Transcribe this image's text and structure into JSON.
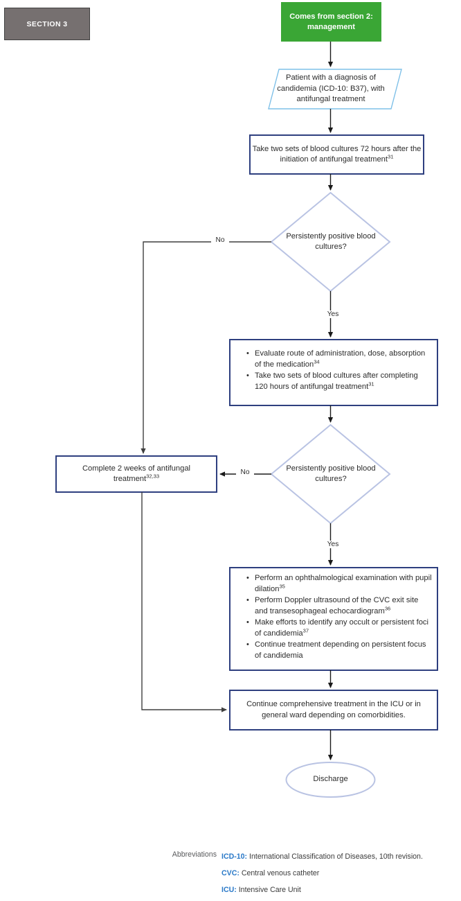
{
  "section_chip": {
    "label": "SECTION 3"
  },
  "colors": {
    "start_fill": "#3aa635",
    "chip_fill": "#767070",
    "box_border": "#2e3f7f",
    "soft_border": "#b9c3e3",
    "parallelogram_border": "#7fc0e8",
    "edge": "#3f3f3f",
    "abbrev_key": "#2a79c8"
  },
  "nodes": {
    "start": {
      "type": "process-green",
      "text": "Comes from section 2: management"
    },
    "patient": {
      "type": "parallelogram",
      "text": "Patient with a diagnosis of candidemia (ICD-10: B37), with antifungal treatment"
    },
    "cultures_72h": {
      "type": "process",
      "text_pre": "Take two sets of blood cultures 72 hours after the initiation of antifungal treatment",
      "superscript": "31"
    },
    "decision_1": {
      "type": "decision",
      "text": "Persistently positive blood cultures?"
    },
    "evaluate_box": {
      "type": "process-bullets",
      "bullets": [
        {
          "text": "Evaluate route of administration, dose, absorption of the medication",
          "superscript": "34"
        },
        {
          "text": "Take two sets of blood cultures after completing 120 hours of antifungal treatment",
          "superscript": "31"
        }
      ]
    },
    "decision_2": {
      "type": "decision",
      "text": "Persistently positive blood cultures?"
    },
    "complete_2_weeks": {
      "type": "process",
      "text_pre": "Complete 2 weeks of antifungal treatment",
      "superscript": "32,33"
    },
    "workup_box": {
      "type": "process-bullets",
      "bullets": [
        {
          "text": "Perform an ophthalmological examination with pupil dilation",
          "superscript": "35"
        },
        {
          "text": "Perform Doppler ultrasound of the CVC exit site and transesophageal echocardiogram",
          "superscript": "36"
        },
        {
          "text": "Make efforts to identify any occult or persistent foci of candidemia",
          "superscript": "37"
        },
        {
          "text": "Continue treatment depending on persistent focus of candidemia",
          "superscript": ""
        }
      ]
    },
    "continue_treatment": {
      "type": "process",
      "text_pre": "Continue comprehensive treatment in the ICU or in general ward depending on comorbidities.",
      "superscript": ""
    },
    "discharge": {
      "type": "terminator",
      "text": "Discharge"
    }
  },
  "edge_labels": {
    "d1_no": "No",
    "d1_yes": "Yes",
    "d2_no": "No",
    "d2_yes": "Yes"
  },
  "abbreviations": {
    "label": "Abbreviations",
    "items": [
      {
        "key": "ICD-10:",
        "value": "International Classification of Diseases, 10th revision."
      },
      {
        "key": "CVC:",
        "value": "Central venous catheter"
      },
      {
        "key": "ICU:",
        "value": "Intensive Care Unit"
      }
    ]
  }
}
